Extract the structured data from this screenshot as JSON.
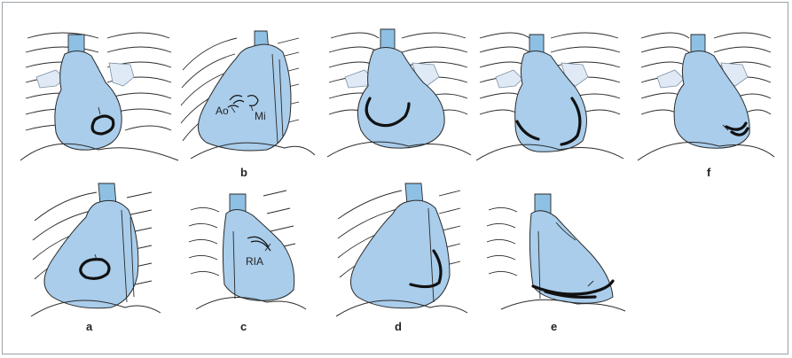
{
  "panels": [
    {
      "id": "a",
      "label": "a"
    },
    {
      "id": "b",
      "label": "b"
    },
    {
      "id": "c",
      "label": "c"
    },
    {
      "id": "d",
      "label": "d"
    },
    {
      "id": "e",
      "label": "e"
    },
    {
      "id": "f",
      "label": "f"
    }
  ],
  "annotations": {
    "aortic": "Ao",
    "mitral": "Mi",
    "ria": "RIA"
  }
}
